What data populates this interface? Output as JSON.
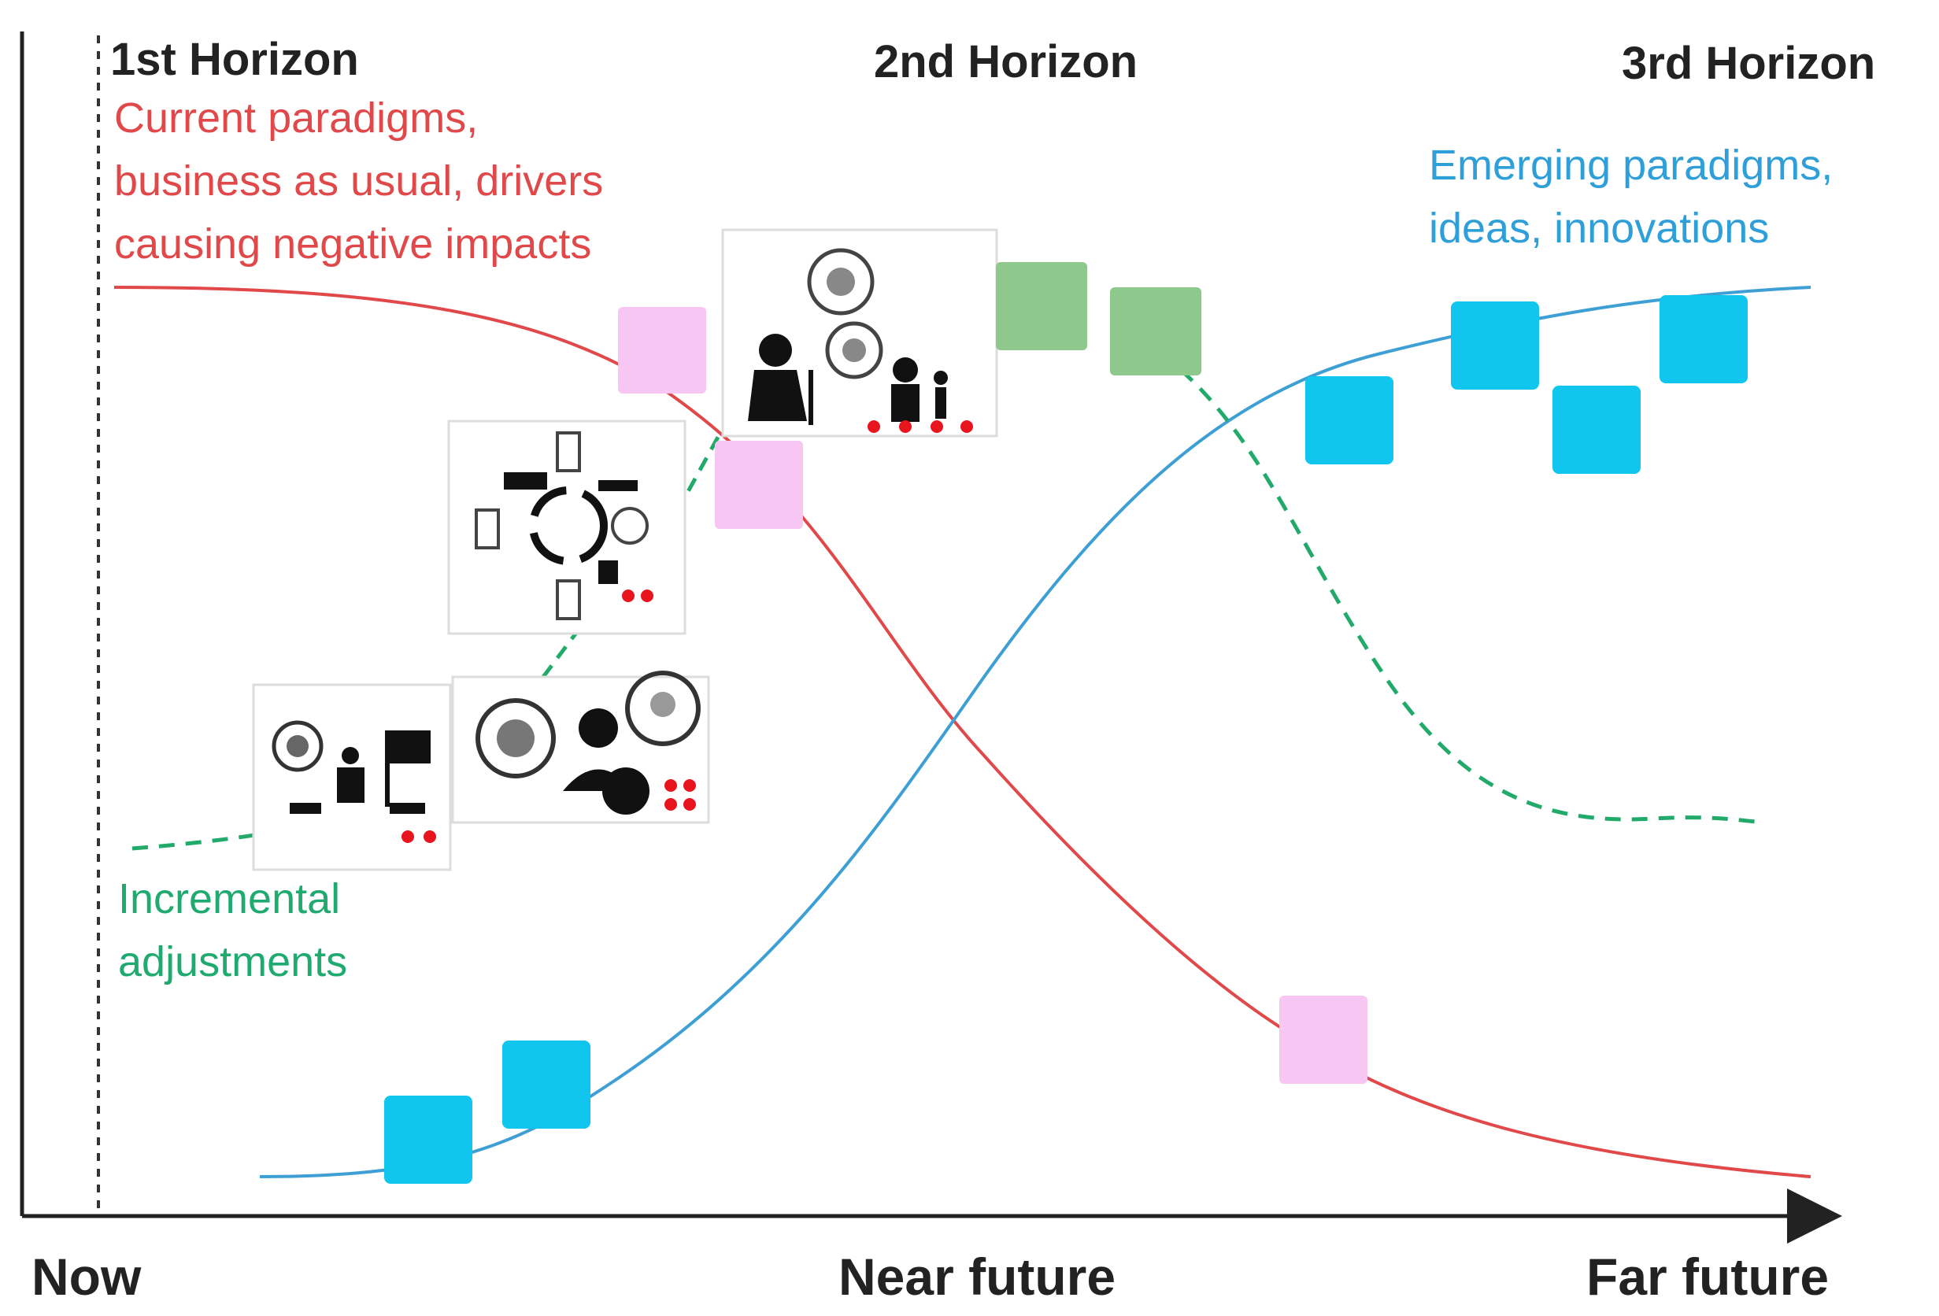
{
  "horizons": {
    "first": "1st Horizon",
    "second": "2nd Horizon",
    "third": "3rd Horizon"
  },
  "descriptions": {
    "current": [
      "Current paradigms,",
      "business as usual, drivers",
      "causing negative impacts"
    ],
    "emerging": [
      "Emerging paradigms,",
      "ideas, innovations"
    ],
    "incremental": [
      "Incremental",
      "adjustments"
    ]
  },
  "axis": {
    "start": "Now",
    "middle": "Near future",
    "end": "Far future"
  },
  "colors": {
    "current_curve": "#e0484a",
    "emerging_curve": "#3d9fd3",
    "incremental_curve": "#22aa6b",
    "note_pink": "#f7c6f2",
    "note_cyan": "#10c6ee",
    "note_green": "#8fc88c",
    "dot_red": "#e8141e"
  },
  "icons": {
    "card_1": "meeting-people-icon",
    "card_2": "stakeholder-network-icon",
    "card_3": "elderly-family-icon",
    "card_4": "idea-funding-icon"
  }
}
